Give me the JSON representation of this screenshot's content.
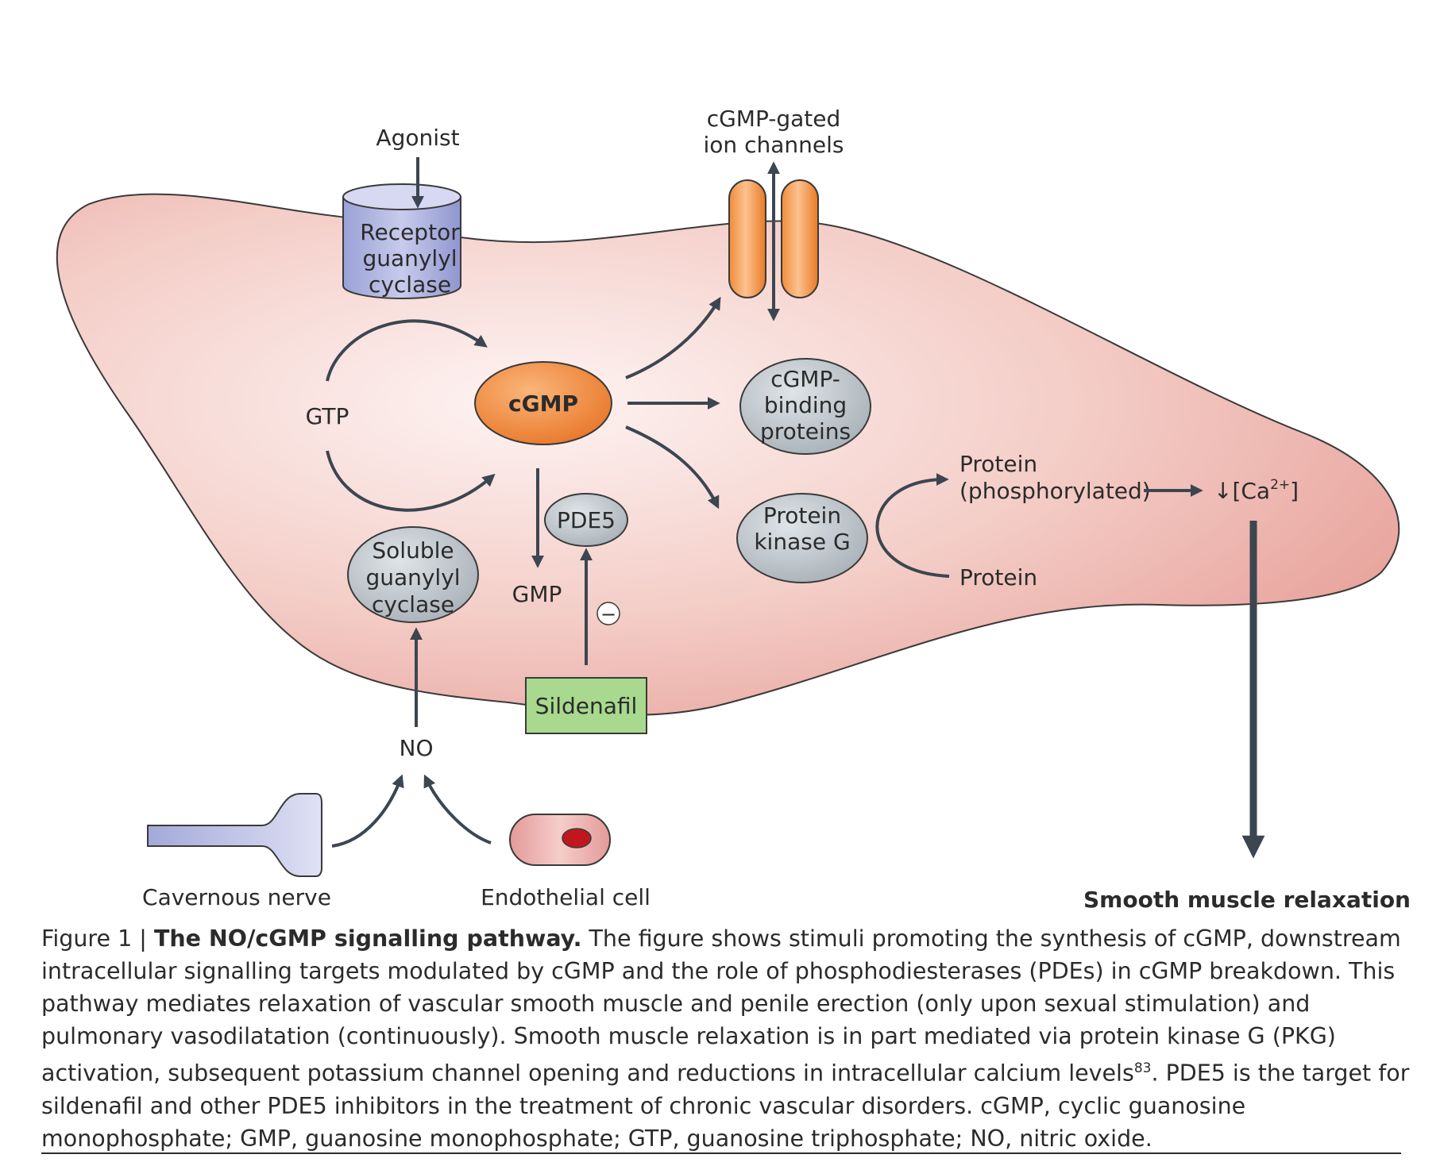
{
  "diagram": {
    "agonist": "Agonist",
    "receptor_gc": [
      "Receptor",
      "guanylyl",
      "cyclase"
    ],
    "cgmp_gated": [
      "cGMP-gated",
      "ion channels"
    ],
    "gtp": "GTP",
    "cgmp": "cGMP",
    "cgmp_binding": [
      "cGMP-",
      "binding",
      "proteins"
    ],
    "pkg": [
      "Protein",
      "kinase G"
    ],
    "pde5": "PDE5",
    "gmp": "GMP",
    "inhibit_symbol": "−",
    "soluble_gc": [
      "Soluble",
      "guanylyl",
      "cyclase"
    ],
    "sildenafil": "Sildenafil",
    "no": "NO",
    "protein_phos": [
      "Protein",
      "(phosphorylated)"
    ],
    "protein": "Protein",
    "ca_down": "↓[Ca",
    "ca_sup": "2+",
    "ca_close": "]",
    "cavernous_nerve": "Cavernous nerve",
    "endothelial_cell": "Endothelial cell",
    "outcome": "Smooth muscle relaxation"
  },
  "caption": {
    "label": "Figure 1 | ",
    "title": "The NO/cGMP signalling pathway.",
    "text_1": " The figure shows stimuli promoting the synthesis of cGMP, downstream intracellular signalling targets modulated by cGMP and the role of phosphodiesterases (PDEs) in cGMP breakdown. This pathway mediates relaxation of vascular smooth muscle and penile erection (only upon sexual stimulation) and pulmonary vasodilatation (continuously). Smooth muscle relaxation is in part mediated via protein kinase G (PKG) activation, subsequent potassium channel opening and reductions in intracellular calcium levels",
    "ref": "83",
    "text_2": ". PDE5 is the target for sildenafil and other PDE5 inhibitors in the treatment of chronic vascular disorders. cGMP, cyclic guanosine monophosphate; GMP, guanosine monophosphate; GTP, guanosine triphosphate; NO, nitric oxide."
  },
  "colors": {
    "cell_fill": "#f2c4bd",
    "cgmp_fill": "#f08a3c",
    "grey_node": "#b9c1c7",
    "receptor_fill": "#a9b0dc",
    "sildenafil_fill": "#a8d98e",
    "arrow": "#3c4650"
  }
}
